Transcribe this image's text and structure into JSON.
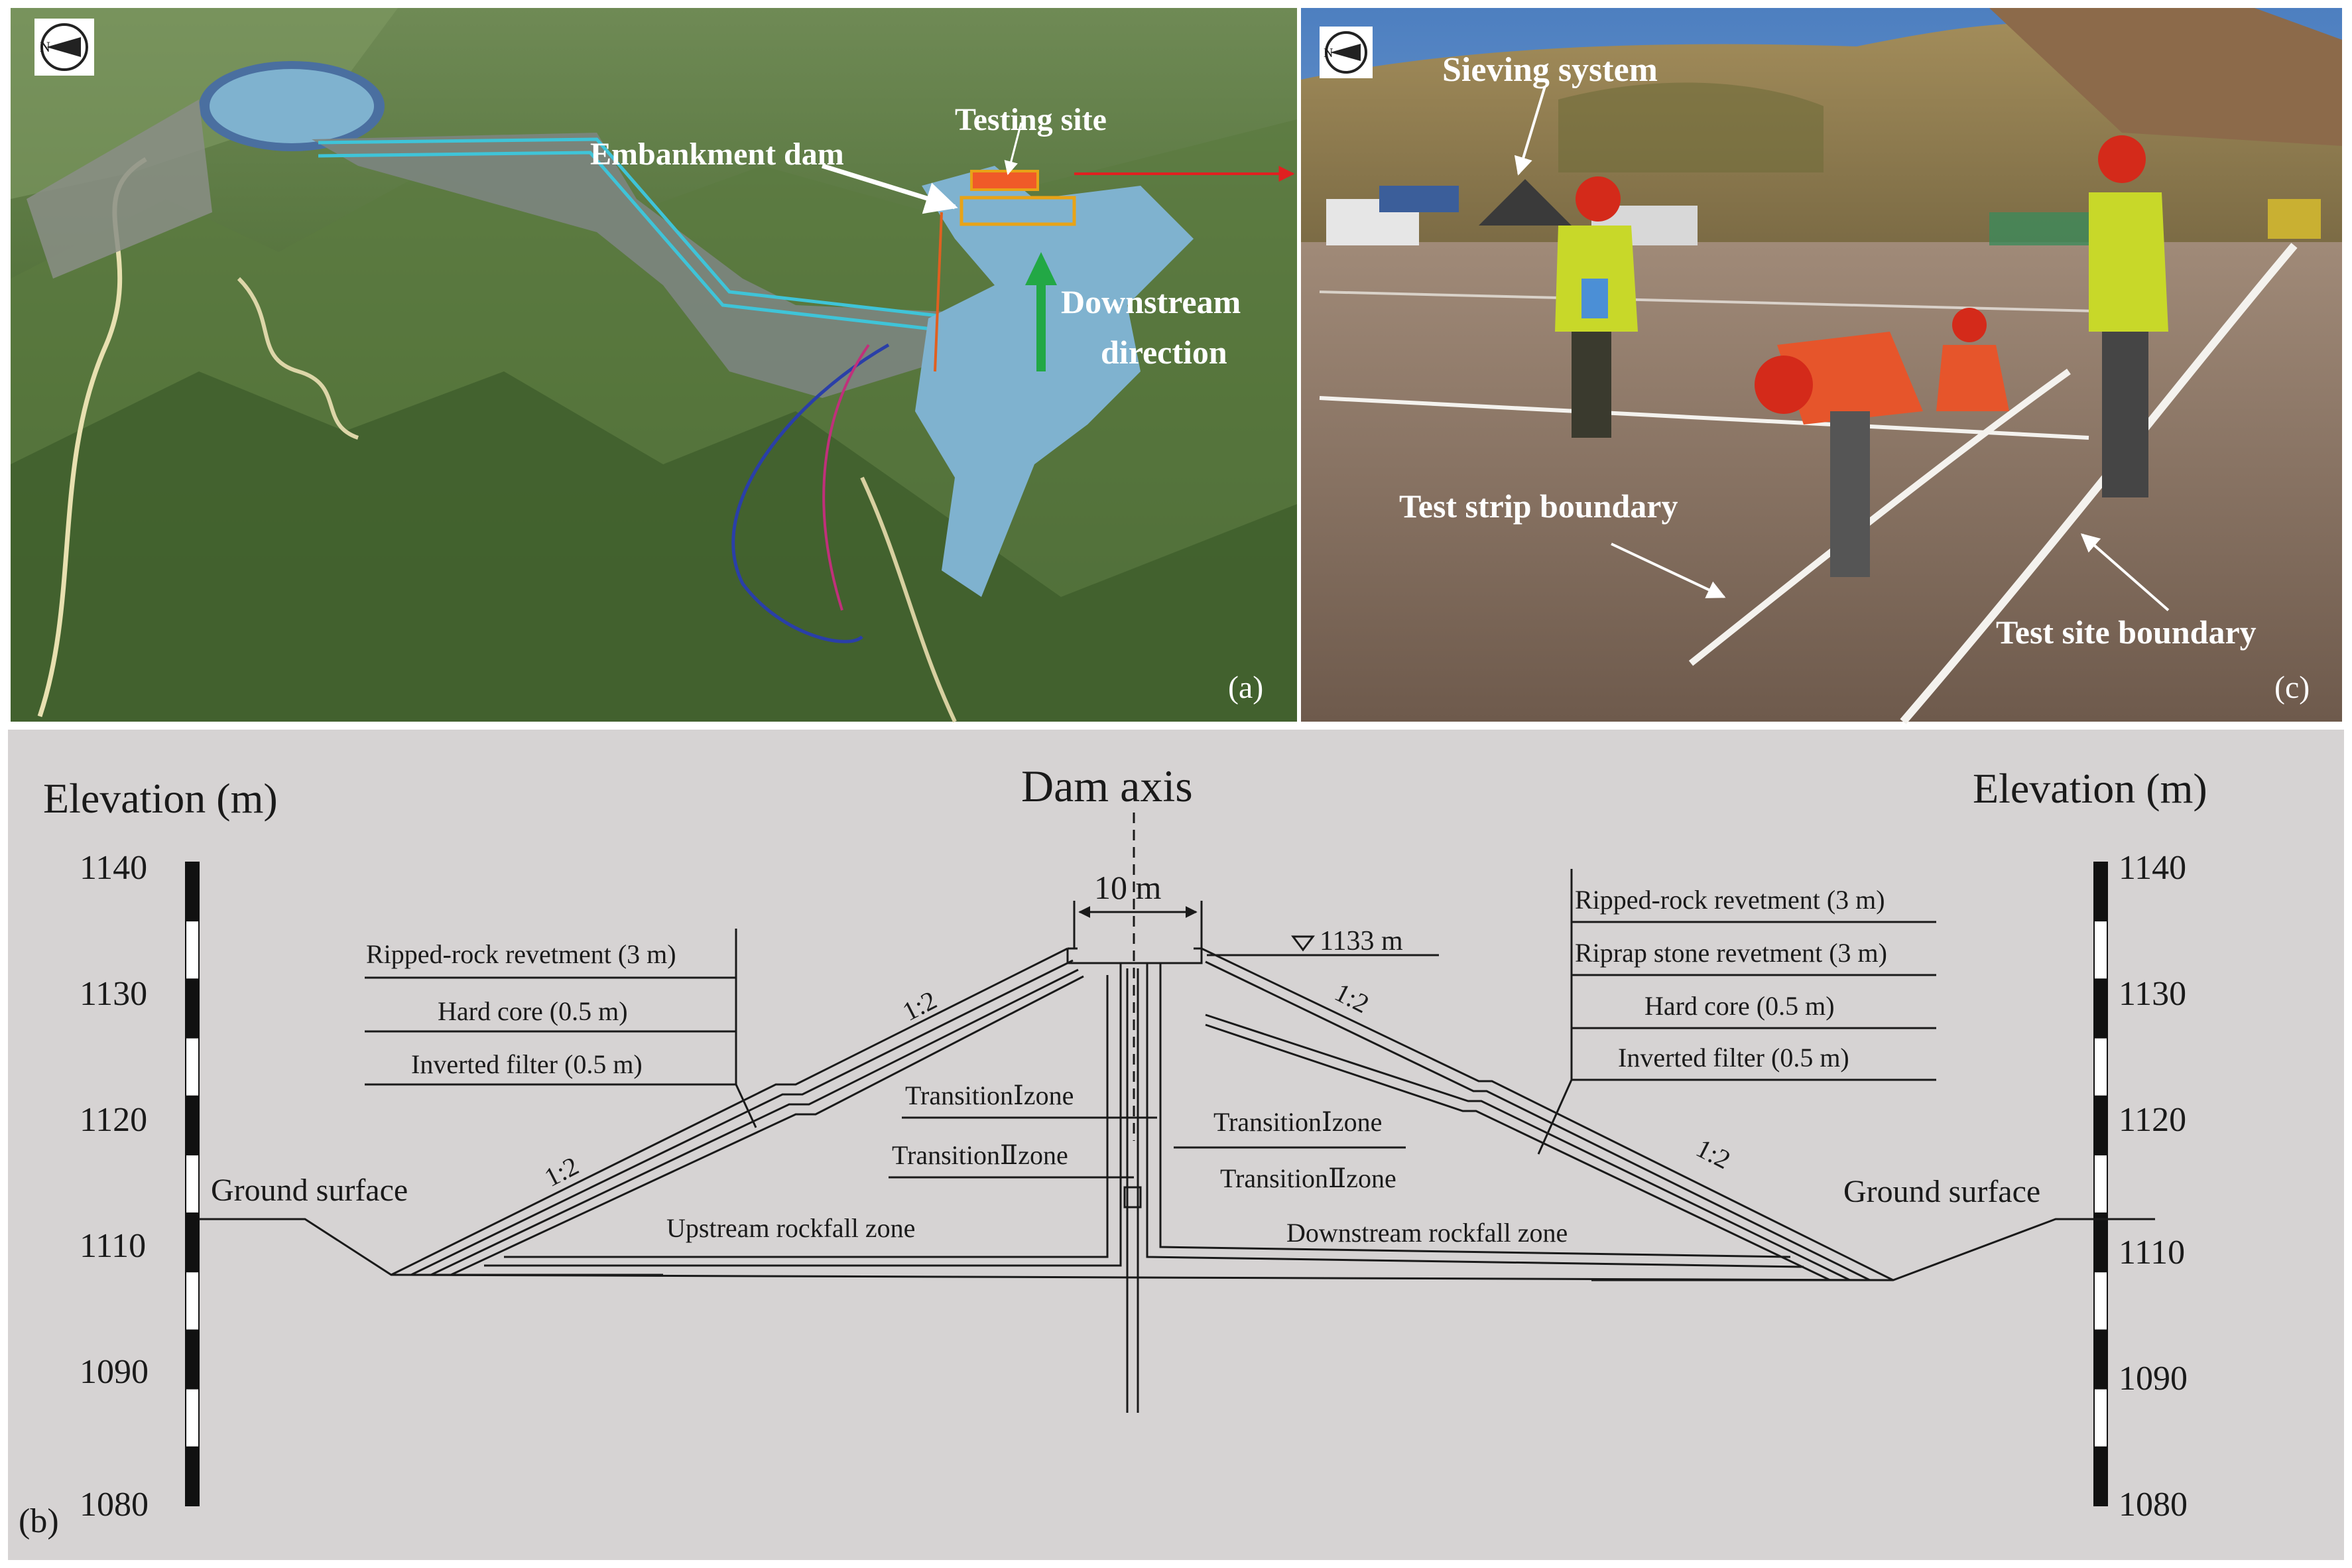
{
  "panel_a": {
    "labels": {
      "embankment_dam": "Embankment dam",
      "testing_site": "Testing site",
      "downstream_1": "Downstream",
      "downstream_2": "direction",
      "panel_tag": "(a)"
    },
    "colors": {
      "reservoir": "#7fb2cf",
      "mountains": "#4d6b3a",
      "upstream_arrow": "#22a845",
      "site_box": "#e8a317",
      "site_marker": "#e53b2a"
    }
  },
  "panel_c": {
    "labels": {
      "sieving_system": "Sieving system",
      "test_strip_boundary": "Test strip boundary",
      "test_site_boundary": "Test site boundary",
      "panel_tag": "(c)"
    },
    "colors": {
      "ground": "#8b7260",
      "hill": "#8c7a4d",
      "sky": "#6b95c9",
      "vest": "#e6552b",
      "helmet": "#d42a1a",
      "link_arrow": "#e02020"
    }
  },
  "panel_b": {
    "panel_tag": "(b)",
    "dam_axis": "Dam axis",
    "crest_width": "10 m",
    "water_level": "1133 m",
    "elevation_left": "Elevation (m)",
    "elevation_right": "Elevation (m)",
    "elevation_ticks": [
      "1140",
      "1130",
      "1120",
      "1110",
      "1090",
      "1080"
    ],
    "left_layers": [
      "Ripped-rock revetment (3 m)",
      "Hard core (0.5 m)",
      "Inverted filter (0.5 m)"
    ],
    "right_layers": [
      "Ripped-rock revetment (3 m)",
      "Riprap stone revetment (3 m)",
      "Hard core (0.5 m)",
      "Inverted filter (0.5 m)"
    ],
    "slope_left_upper": "1:2",
    "slope_left_lower": "1:2",
    "slope_right_upper": "1:2",
    "slope_right_lower": "1:2",
    "transition_1_left": "TransitionⅠzone",
    "transition_2_left": "TransitionⅡzone",
    "transition_1_right": "TransitionⅠzone",
    "transition_2_right": "TransitionⅡzone",
    "upstream_zone": "Upstream rockfall zone",
    "downstream_zone": "Downstream rockfall zone",
    "ground_left": "Ground surface",
    "ground_right": "Ground surface",
    "colors": {
      "background": "#d6d3d3",
      "lines": "#1a1a1a"
    }
  }
}
